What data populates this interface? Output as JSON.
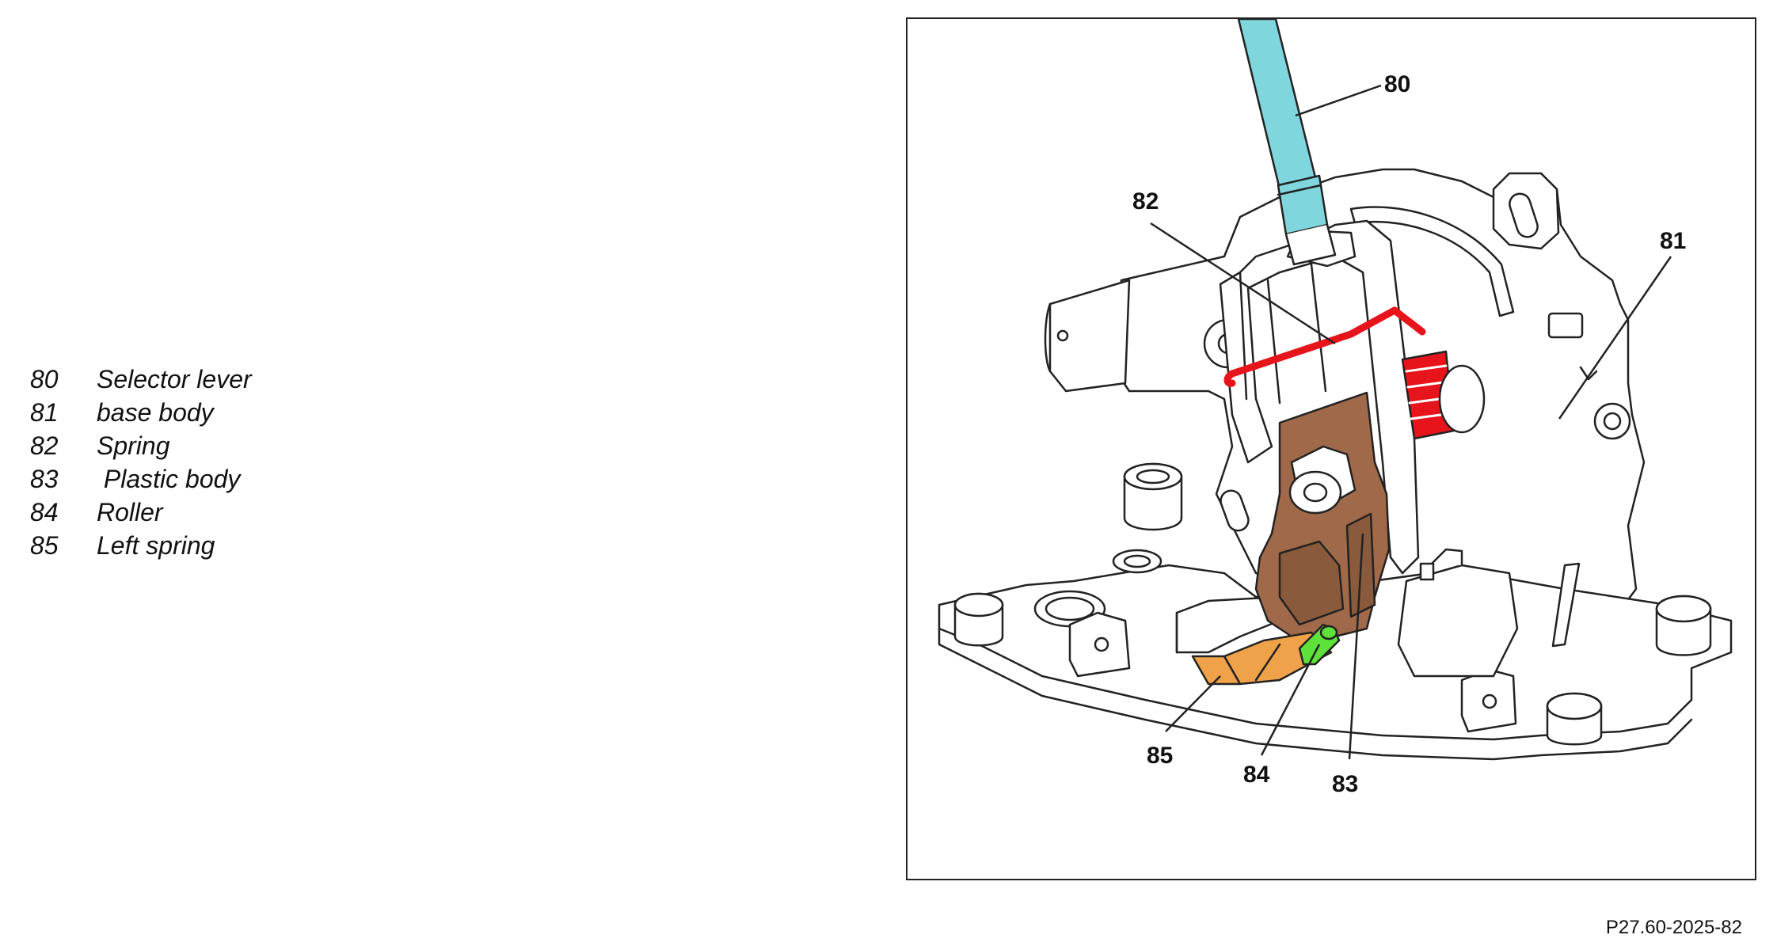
{
  "legend": [
    {
      "number": "80",
      "label": "Selector lever"
    },
    {
      "number": "81",
      "label": "base body"
    },
    {
      "number": "82",
      "label": "Spring"
    },
    {
      "number": "83",
      "label": " Plastic body"
    },
    {
      "number": "84",
      "label": "Roller"
    },
    {
      "number": "85",
      "label": "Left spring"
    }
  ],
  "callouts": {
    "c80": "80",
    "c81": "81",
    "c82": "82",
    "c83": "83",
    "c84": "84",
    "c85": "85"
  },
  "colors": {
    "selector_lever": "#7fd6dc",
    "spring": "#e8141c",
    "plastic_body": "#a0694a",
    "roller": "#5ee23a",
    "left_spring": "#f0a24a",
    "line": "#222222"
  },
  "figure_code": "P27.60-2025-82"
}
